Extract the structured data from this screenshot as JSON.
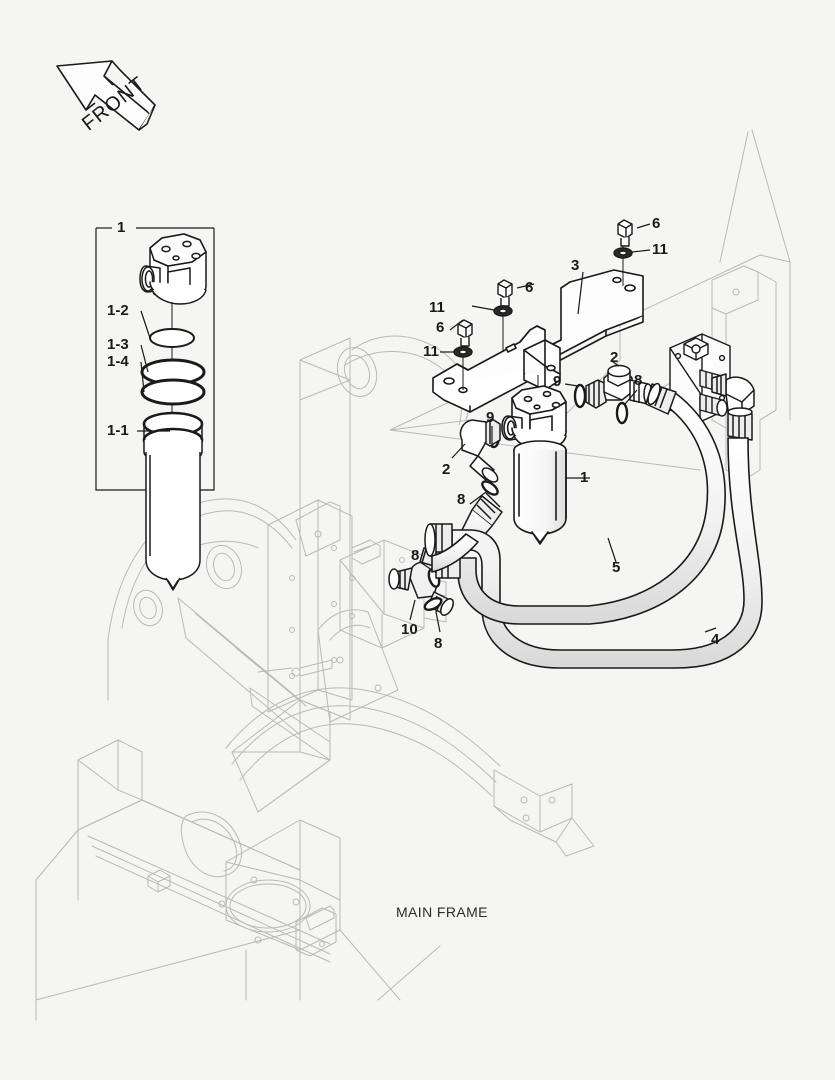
{
  "sheet": {
    "background_color": "#f5f5f4",
    "line_color": "#1a1a1a",
    "ghost_line_color": "#b9b9b9",
    "frame_caption": "MAIN FRAME",
    "orientation_marker": {
      "label": "FRONT",
      "direction": "up-left"
    }
  },
  "detail_box": {
    "title_callout": "1",
    "callouts": [
      {
        "id": "det-1",
        "label": "1",
        "part": "filter-assembly"
      },
      {
        "id": "det-1-2",
        "label": "1-2",
        "part": "o-ring-small"
      },
      {
        "id": "det-1-3",
        "label": "1-3",
        "part": "o-ring-medium"
      },
      {
        "id": "det-1-4",
        "label": "1-4",
        "part": "o-ring-large"
      },
      {
        "id": "det-1-1",
        "label": "1-1",
        "part": "filter-element"
      }
    ]
  },
  "callouts": [
    {
      "id": "c-6-top",
      "label": "6",
      "part": "bolt"
    },
    {
      "id": "c-11-top",
      "label": "11",
      "part": "washer"
    },
    {
      "id": "c-3",
      "label": "3",
      "part": "mounting-bracket"
    },
    {
      "id": "c-6-mid",
      "label": "6",
      "part": "bolt"
    },
    {
      "id": "c-11-mid",
      "label": "11",
      "part": "washer"
    },
    {
      "id": "c-6-left",
      "label": "6",
      "part": "bolt"
    },
    {
      "id": "c-11-left",
      "label": "11",
      "part": "washer"
    },
    {
      "id": "c-2-right",
      "label": "2",
      "part": "elbow-fitting"
    },
    {
      "id": "c-8-right",
      "label": "8",
      "part": "o-ring"
    },
    {
      "id": "c-9-upper",
      "label": "9",
      "part": "back-up-ring"
    },
    {
      "id": "c-9-lower",
      "label": "9",
      "part": "back-up-ring"
    },
    {
      "id": "c-2-left",
      "label": "2",
      "part": "elbow-fitting"
    },
    {
      "id": "c-8-left",
      "label": "8",
      "part": "o-ring"
    },
    {
      "id": "c-1-main",
      "label": "1",
      "part": "filter-assembly"
    },
    {
      "id": "c-5",
      "label": "5",
      "part": "hose-short"
    },
    {
      "id": "c-4",
      "label": "4",
      "part": "hose-long"
    },
    {
      "id": "c-8-tee-up",
      "label": "8",
      "part": "o-ring"
    },
    {
      "id": "c-10",
      "label": "10",
      "part": "tee-fitting"
    },
    {
      "id": "c-8-tee-dn",
      "label": "8",
      "part": "o-ring"
    }
  ]
}
